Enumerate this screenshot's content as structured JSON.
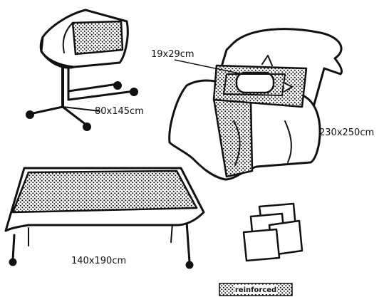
{
  "items": [
    {
      "id": "mayo-stand-cover",
      "size_label": "80x145cm"
    },
    {
      "id": "surgical-drape",
      "size_label": "230x250cm",
      "window_label": "19x29cm"
    },
    {
      "id": "table-cover",
      "size_label": "140x190cm"
    },
    {
      "id": "hand-towels"
    }
  ],
  "badge": {
    "label": "reinforced"
  },
  "colors": {
    "ink": "#111111",
    "paper": "#ffffff",
    "reinforced_dot": "#111111"
  }
}
